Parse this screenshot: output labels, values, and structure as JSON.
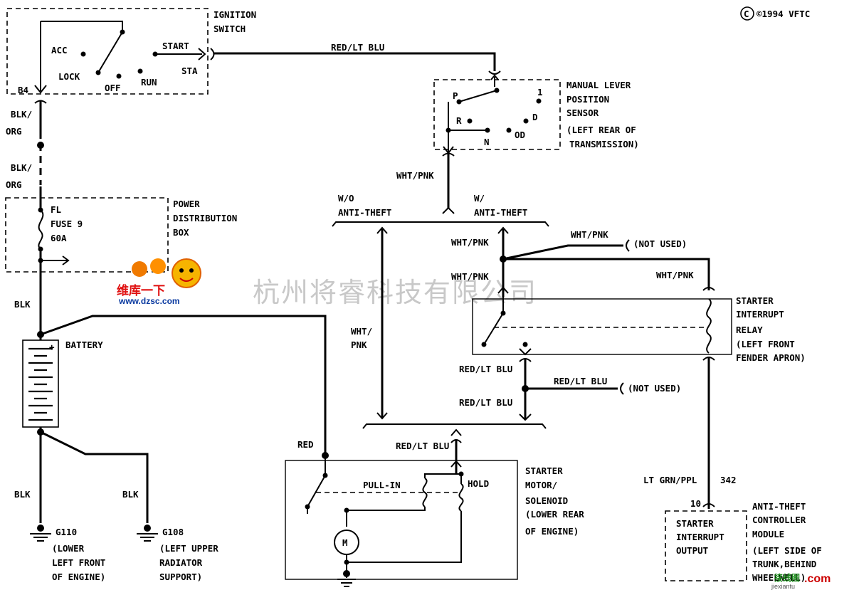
{
  "copyright": "©1994 VFTC",
  "watermark": "杭州将睿科技有限公司",
  "logo": {
    "text": "维库一下",
    "url": "www.dzsc.com"
  },
  "footer_logo": {
    "url": "jiexiantu",
    "com": ".com"
  },
  "components": {
    "ignition_switch": {
      "line1": "IGNITION",
      "line2": "SWITCH",
      "acc": "ACC",
      "lock": "LOCK",
      "off": "OFF",
      "run": "RUN",
      "start": "START",
      "sta": "STA",
      "b4": "B4"
    },
    "manual_lever": {
      "line1": "MANUAL LEVER",
      "line2": "POSITION",
      "line3": "SENSOR",
      "line4": "(LEFT REAR OF",
      "line5": "TRANSMISSION)",
      "p": "P",
      "r": "R",
      "n": "N",
      "d": "D",
      "od": "OD",
      "one": "1"
    },
    "power_distribution": {
      "line1": "POWER",
      "line2": "DISTRIBUTION",
      "line3": "BOX",
      "fl": "FL",
      "fuse": "FUSE 9",
      "amps": "60A"
    },
    "battery": {
      "label": "BATTERY",
      "plus": "+"
    },
    "starter_relay": {
      "line1": "STARTER",
      "line2": "INTERRUPT",
      "line3": "RELAY",
      "line4": "(LEFT FRONT",
      "line5": "FENDER APRON)"
    },
    "starter_motor": {
      "line1": "STARTER",
      "line2": "MOTOR/",
      "line3": "SOLENOID",
      "line4": "(LOWER REAR",
      "line5": "OF ENGINE)",
      "pull_in": "PULL-IN",
      "hold": "HOLD",
      "m": "M"
    },
    "anti_theft": {
      "line1": "ANTI-THEFT",
      "line2": "CONTROLLER",
      "line3": "MODULE",
      "line4": "(LEFT SIDE OF",
      "line5": "TRUNK,BEHIND",
      "line6": "WHEELWELL)",
      "inner1": "STARTER",
      "inner2": "INTERRUPT",
      "inner3": "OUTPUT",
      "pin": "10"
    },
    "grounds": {
      "g110": {
        "id": "G110",
        "line1": "(LOWER",
        "line2": "LEFT FRONT",
        "line3": "OF ENGINE)"
      },
      "g108": {
        "id": "G108",
        "line1": "(LEFT UPPER",
        "line2": "RADIATOR",
        "line3": "SUPPORT)"
      }
    }
  },
  "wires": {
    "red_lt_blu": "RED/LT BLU",
    "blk_org_1": "BLK/",
    "blk_org_2": "ORG",
    "blk": "BLK",
    "wht_pnk": "WHT/PNK",
    "wht_1": "WHT/",
    "pnk": "PNK",
    "red": "RED",
    "lt_grn_ppl": "LT GRN/PPL",
    "circuit_342": "342",
    "wo": "W/O",
    "w": "W/",
    "anti_theft": "ANTI-THEFT",
    "not_used": "(NOT USED)"
  }
}
